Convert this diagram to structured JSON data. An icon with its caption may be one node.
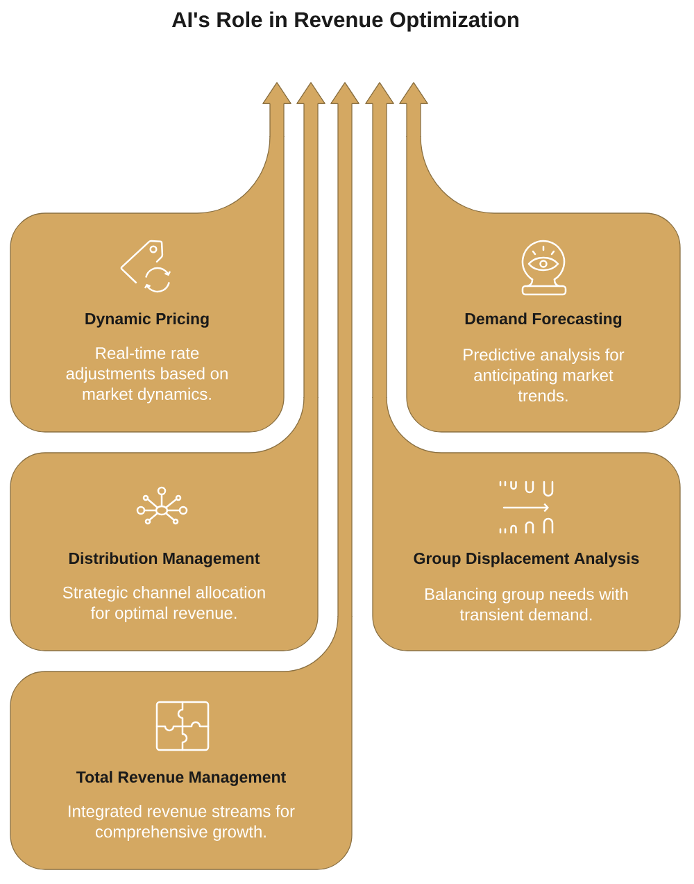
{
  "diagram": {
    "title": "AI's Role in Revenue Optimization",
    "nodes": [
      {
        "text": [
          "Dynamic Pricing",
          "Real-time rate adjustments based on market dynamics."
        ]
      },
      {
        "text": [
          "Demand Forecasting",
          "Predictive analysis for anticipating market trends."
        ]
      },
      {
        "text": [
          "Distribution Management",
          "Strategic channel allocation for optimal revenue."
        ]
      },
      {
        "text": [
          "Group Displacement Analysis",
          "Balancing group needs with transient demand."
        ]
      },
      {
        "text": [
          "Total Revenue Management",
          "Integrated revenue streams for comprehensive growth."
        ]
      }
    ],
    "edges": [
      {
        "from": 0,
        "to": null,
        "arrow": "to"
      },
      {
        "from": 2,
        "to": null,
        "arrow": "to"
      },
      {
        "from": 4,
        "to": null,
        "arrow": "to"
      },
      {
        "from": 3,
        "to": null,
        "arrow": "to"
      },
      {
        "from": 1,
        "to": null,
        "arrow": "to"
      }
    ]
  }
}
